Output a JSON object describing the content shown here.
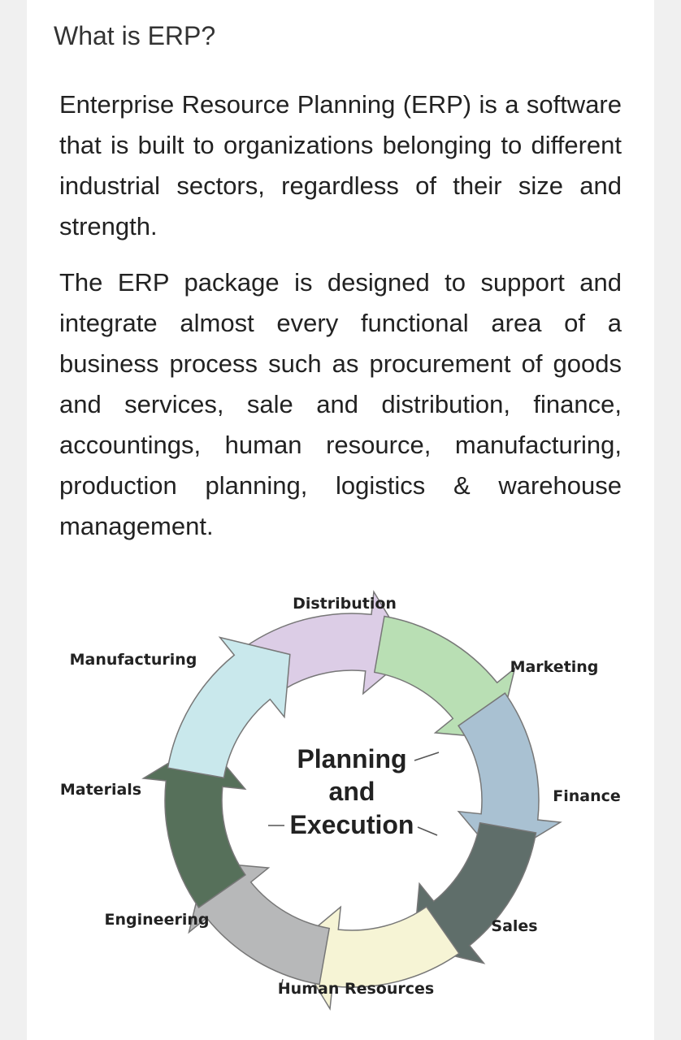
{
  "article": {
    "title": "What is ERP?",
    "paragraph1": "Enterprise Resource Planning (ERP) is a software that is built to organizations belonging to different industrial sectors, regardless of their size and strength.",
    "paragraph2": "The ERP package is designed to support and integrate almost every functional area of a business process such as procurement of goods and services, sale and distribution, finance, accountings, human resource, manufacturing, production planning, logistics & warehouse management."
  },
  "diagram": {
    "center_lines": [
      "Planning",
      "and",
      "Execution"
    ],
    "segments": [
      {
        "label": "Distribution",
        "color": "#dccde6"
      },
      {
        "label": "Marketing",
        "color": "#b9dfb4"
      },
      {
        "label": "Finance",
        "color": "#a9c1d2"
      },
      {
        "label": "Sales",
        "color": "#5f6e6a"
      },
      {
        "label": "Human Resources",
        "color": "#f6f4d5"
      },
      {
        "label": "Engineering",
        "color": "#b7b8b9"
      },
      {
        "label": "Materials",
        "color": "#56705a"
      },
      {
        "label": "Manufacturing",
        "color": "#c9e8ec"
      }
    ]
  }
}
